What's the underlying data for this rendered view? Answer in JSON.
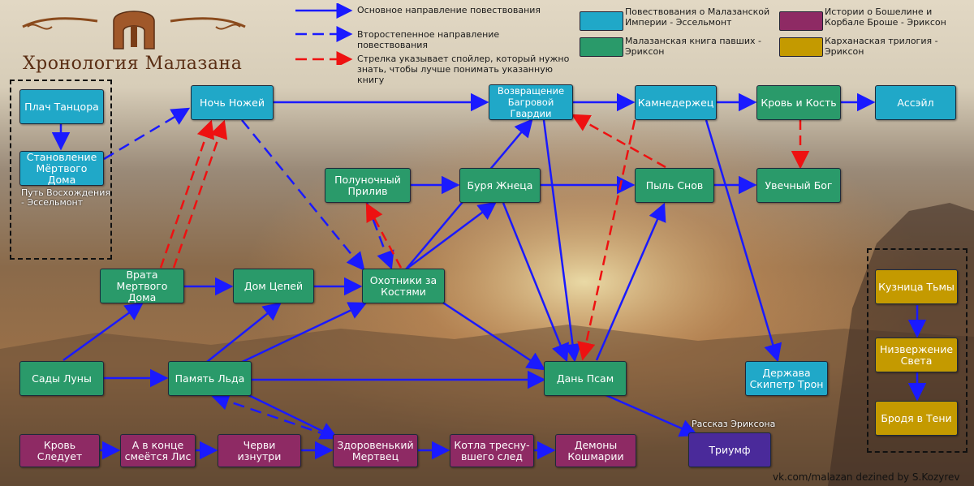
{
  "title": "Хронология Малазана",
  "legend_arrows": [
    {
      "label": "Основное направление повествования"
    },
    {
      "label": "Второстепенное направление повествования"
    },
    {
      "label": "Стрелка указывает спойлер, который нужно знать, чтобы лучше понимать указанную книгу"
    }
  ],
  "legend_series": [
    {
      "label": "Повествования о Малазанской Империи - Эссельмонт",
      "color": "#20a8c8"
    },
    {
      "label": "Малазанская книга павших - Эриксон",
      "color": "#2a9a6a"
    },
    {
      "label": "Истории о Бошелине и Корбале Броше - Эриксон",
      "color": "#8e2a64"
    },
    {
      "label": "Карханаская трилогия - Эриксон",
      "color": "#c49a00"
    }
  ],
  "colors": {
    "main_arrow": "#1a1aff",
    "spoiler_arrow": "#ee1111",
    "frame": "#111111"
  },
  "books": {
    "plach": "Плач Танцора",
    "stanovlenie": "Становление Мёртвого Дома",
    "put": "Путь Восхождения - Эссельмонт",
    "noch": "Ночь Ножей",
    "vozvrashchenie": "Возвращение Багровой Гвардии",
    "kamnederzhets": "Камнедержец",
    "krov_kost": "Кровь и Кость",
    "assail": "Ассэйл",
    "polunochny": "Полуночный Прилив",
    "burya": "Буря Жнеца",
    "pyl": "Пыль Снов",
    "uvechny": "Увечный Бог",
    "vrata": "Врата Мертвого Дома",
    "dom_tsepey": "Дом Цепей",
    "okhotniki": "Охотники за Костями",
    "sady": "Сады Луны",
    "pamyat": "Память Льда",
    "dan": "Дань Псам",
    "derzhava": "Держава Скипетр Трон",
    "kuznitsa": "Кузница Тьмы",
    "nizverzhenie": "Низвержение Света",
    "brodya": "Бродя в Тени",
    "krov_sleduet": "Кровь Следует",
    "v_kontse": "А в конце смеётся Лис",
    "chervi": "Черви изнутри",
    "zdorovenky": "Здоровенький Мертвец",
    "kotla": "Котла тресну-вшего след",
    "demony": "Демоны Кошмарии",
    "triumf": "Триумф",
    "triumf_note": "Рассказ Эриксона"
  },
  "credit": "vk.com/malazan  dezined by S.Kozyrev"
}
